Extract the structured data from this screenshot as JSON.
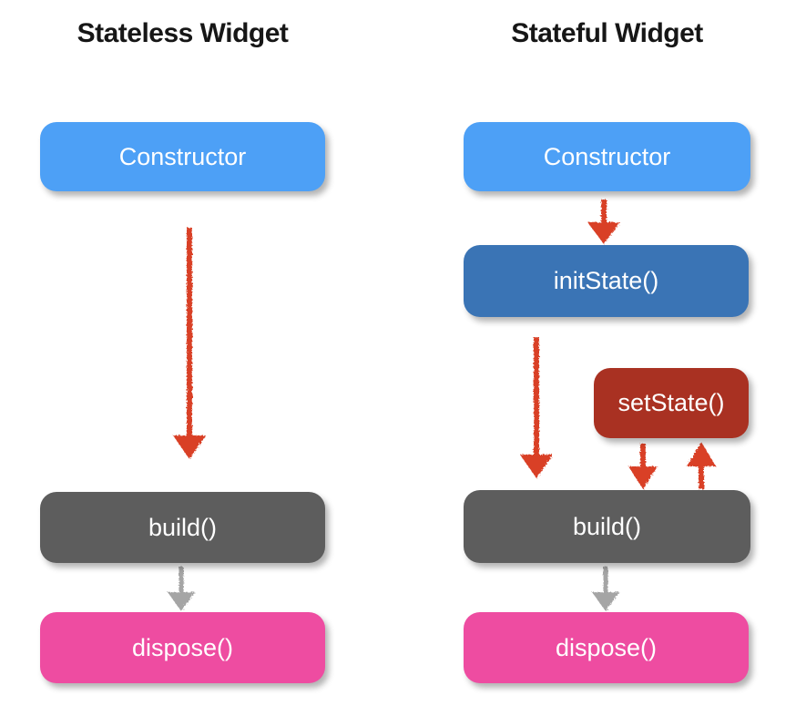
{
  "diagram": {
    "left_column": {
      "title": "Stateless Widget",
      "nodes": {
        "constructor": "Constructor",
        "build": "build()",
        "dispose": "dispose()"
      },
      "arrows": [
        {
          "from": "Constructor",
          "to": "build()",
          "color": "#d93f28",
          "style": "hand-drawn"
        },
        {
          "from": "build()",
          "to": "dispose()",
          "color": "#a5a5a5",
          "style": "hand-drawn"
        }
      ]
    },
    "right_column": {
      "title": "Stateful Widget",
      "nodes": {
        "constructor": "Constructor",
        "initstate": "initState()",
        "setstate": "setState()",
        "build": "build()",
        "dispose": "dispose()"
      },
      "arrows": [
        {
          "from": "Constructor",
          "to": "initState()",
          "color": "#d93f28",
          "style": "hand-drawn"
        },
        {
          "from": "initState()",
          "to": "build()",
          "color": "#d93f28",
          "style": "hand-drawn"
        },
        {
          "from": "setState()",
          "to": "build()",
          "color": "#d93f28",
          "style": "hand-drawn"
        },
        {
          "from": "build()",
          "to": "setState()",
          "color": "#d93f28",
          "style": "hand-drawn"
        },
        {
          "from": "build()",
          "to": "dispose()",
          "color": "#a5a5a5",
          "style": "hand-drawn"
        }
      ]
    },
    "colors": {
      "constructor_box": "#4da0f6",
      "initstate_box": "#3a74b5",
      "setstate_box": "#a93122",
      "build_box": "#5d5d5d",
      "dispose_box": "#ee4ca1",
      "arrow_red": "#d93f28",
      "arrow_gray": "#a5a5a5",
      "title_text": "#161616",
      "box_text": "#ffffff",
      "background": "#ffffff"
    }
  }
}
